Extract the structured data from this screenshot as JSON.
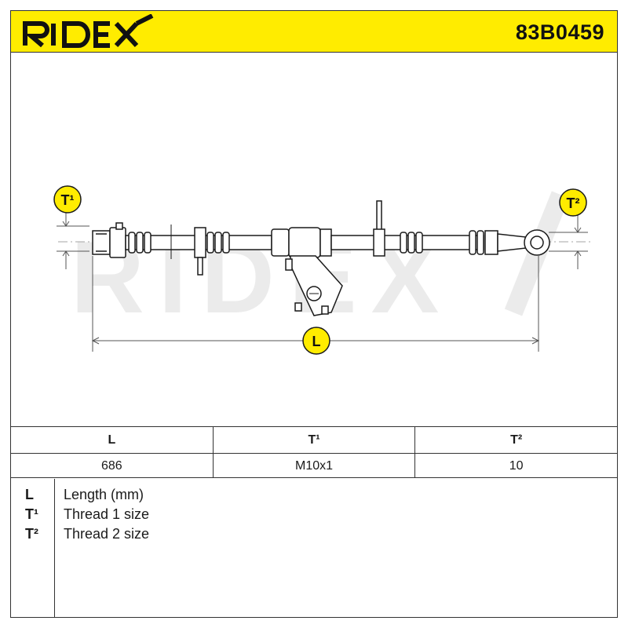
{
  "header": {
    "brand": "RIDEX",
    "part_number": "83B0459"
  },
  "drawing": {
    "watermark": "RIDEX",
    "labels": {
      "t1": "T¹",
      "t2": "T²",
      "length": "L"
    }
  },
  "spec_table": {
    "headers": [
      "L",
      "T¹",
      "T²"
    ],
    "values": [
      "686",
      "M10x1",
      "10"
    ]
  },
  "legend": {
    "items": [
      {
        "key": "L",
        "desc": "Length (mm)"
      },
      {
        "key": "T¹",
        "desc": "Thread 1 size"
      },
      {
        "key": "T²",
        "desc": "Thread 2 size"
      }
    ]
  },
  "colors": {
    "header_yellow": "#ffec00",
    "line": "#1a1a1a",
    "watermark": "#ebebeb"
  }
}
